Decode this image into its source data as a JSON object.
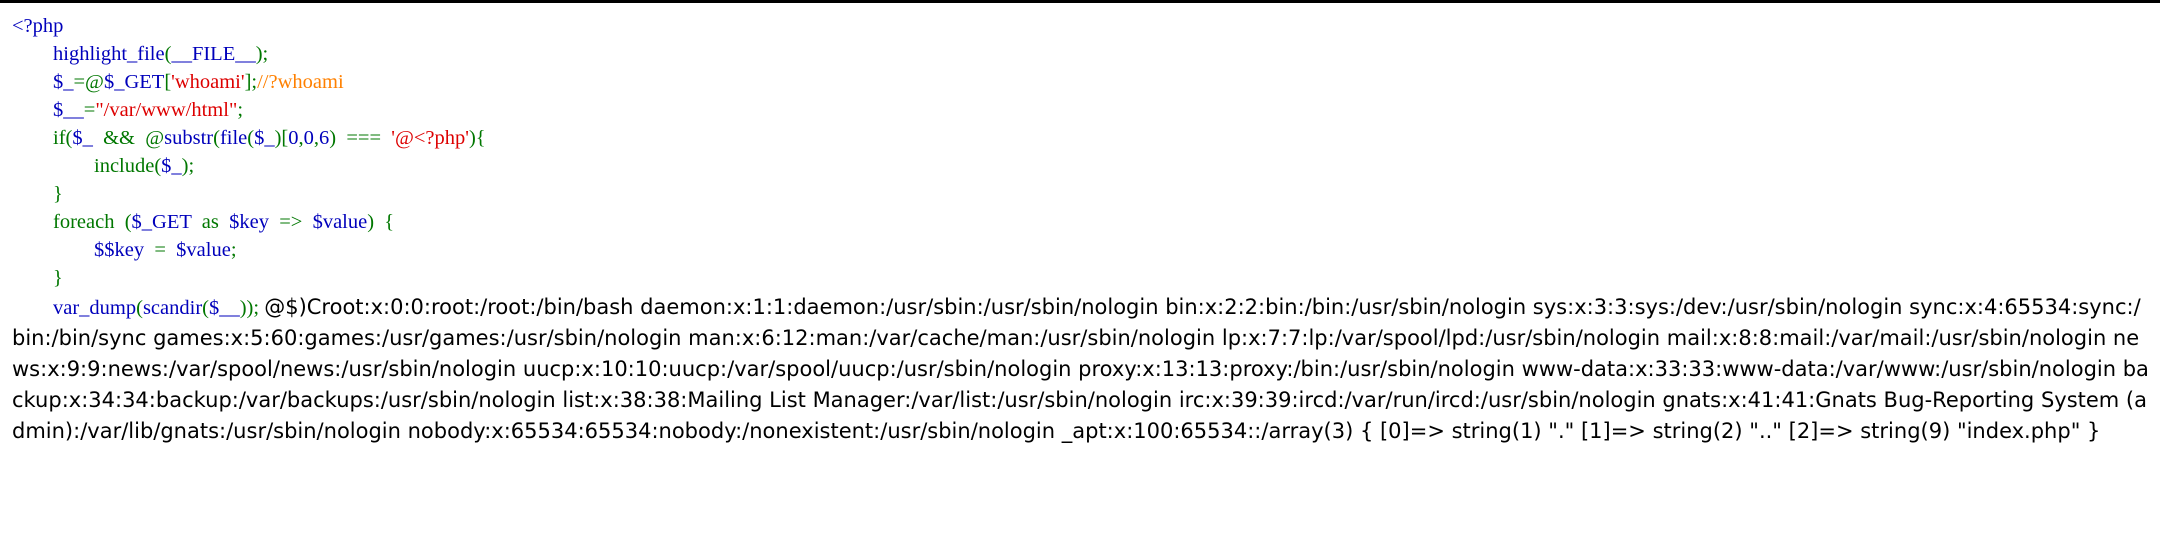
{
  "code": {
    "line1": {
      "open_tag": "<?php"
    },
    "line2": {
      "indent": "        ",
      "fn": "highlight_file",
      "p1": "(",
      "arg": "__FILE__",
      "p2": ");"
    },
    "line3": {
      "indent": "        ",
      "var": "$_",
      "op": "=@",
      "get": "$_GET",
      "br1": "[",
      "key": "'whoami'",
      "br2": "];",
      "comment": "//?whoami"
    },
    "line4": {
      "indent": "        ",
      "var": "$__",
      "op": "=",
      "str": "\"/var/www/html\"",
      "semi": ";"
    },
    "line5": {
      "indent": "        ",
      "kw_if": "if(",
      "var1": "$_",
      "and": "  &&  @",
      "fn": "substr",
      "p1": "(",
      "fn2": "file",
      "p2": "(",
      "var2": "$_",
      "p3": ")[",
      "n0": "0",
      "c1": ",",
      "n1": "0",
      "c2": ",",
      "n2": "6",
      "p4": ")  ===  ",
      "str": "'@<?php'",
      "p5": "){"
    },
    "line6": {
      "indent": "                ",
      "kw": "include(",
      "var": "$_",
      "p": ");"
    },
    "line7": {
      "indent": "        ",
      "brace": "}"
    },
    "line8": {
      "indent": "        ",
      "kw": "foreach  (",
      "get": "$_GET  ",
      "as": "as  ",
      "key": "$key  ",
      "arrow": "=>  ",
      "value": "$value",
      "close": ")  {"
    },
    "line9": {
      "indent": "                ",
      "var1": "$$key  ",
      "op": "=  ",
      "var2": "$value",
      "semi": ";"
    },
    "line10": {
      "indent": "        ",
      "brace": "}"
    },
    "line11": {
      "indent": "        ",
      "fn": "var_dump",
      "p1": "(",
      "fn2": "scandir",
      "p2": "(",
      "var": "$__",
      "p3": "));",
      "space": " "
    }
  },
  "output": "@$)Croot:x:0:0:root:/root:/bin/bash daemon:x:1:1:daemon:/usr/sbin:/usr/sbin/nologin bin:x:2:2:bin:/bin:/usr/sbin/nologin sys:x:3:3:sys:/dev:/usr/sbin/nologin sync:x:4:65534:sync:/bin:/bin/sync games:x:5:60:games:/usr/games:/usr/sbin/nologin man:x:6:12:man:/var/cache/man:/usr/sbin/nologin lp:x:7:7:lp:/var/spool/lpd:/usr/sbin/nologin mail:x:8:8:mail:/var/mail:/usr/sbin/nologin news:x:9:9:news:/var/spool/news:/usr/sbin/nologin uucp:x:10:10:uucp:/var/spool/uucp:/usr/sbin/nologin proxy:x:13:13:proxy:/bin:/usr/sbin/nologin www-data:x:33:33:www-data:/var/www:/usr/sbin/nologin backup:x:34:34:backup:/var/backups:/usr/sbin/nologin list:x:38:38:Mailing List Manager:/var/list:/usr/sbin/nologin irc:x:39:39:ircd:/var/run/ircd:/usr/sbin/nologin gnats:x:41:41:Gnats Bug-Reporting System (admin):/var/lib/gnats:/usr/sbin/nologin nobody:x:65534:65534:nobody:/nonexistent:/usr/sbin/nologin _apt:x:100:65534::/array(3) { [0]=> string(1) \".\" [1]=> string(2) \"..\" [2]=> string(9) \"index.php\" }",
  "colors": {
    "keyword": "#007700",
    "default": "#0000BB",
    "string": "#DD0000",
    "comment": "#FF8000",
    "text": "#000000",
    "background": "#FFFFFF"
  }
}
